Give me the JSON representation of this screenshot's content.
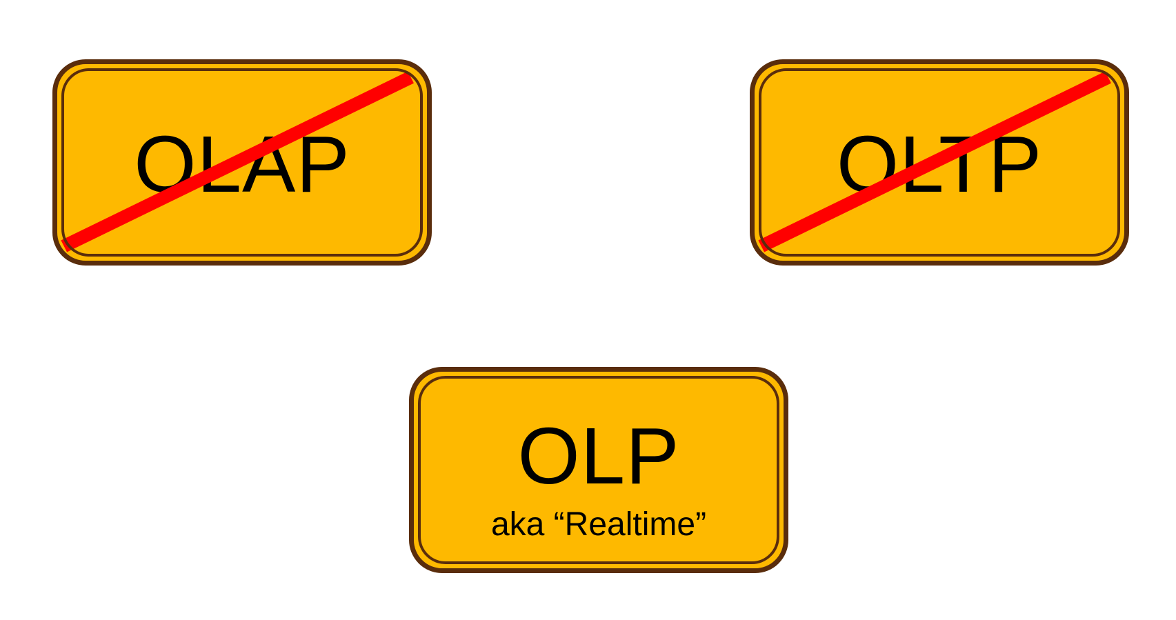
{
  "colors": {
    "sign_fill": "#feb900",
    "sign_border": "#5a2d0c",
    "strike": "#ff0000",
    "text": "#000000"
  },
  "signs": [
    {
      "label": "OLAP",
      "crossed_out": true
    },
    {
      "label": "OLTP",
      "crossed_out": true
    },
    {
      "label": "OLP",
      "subtitle": "aka “Realtime”",
      "crossed_out": false
    }
  ]
}
